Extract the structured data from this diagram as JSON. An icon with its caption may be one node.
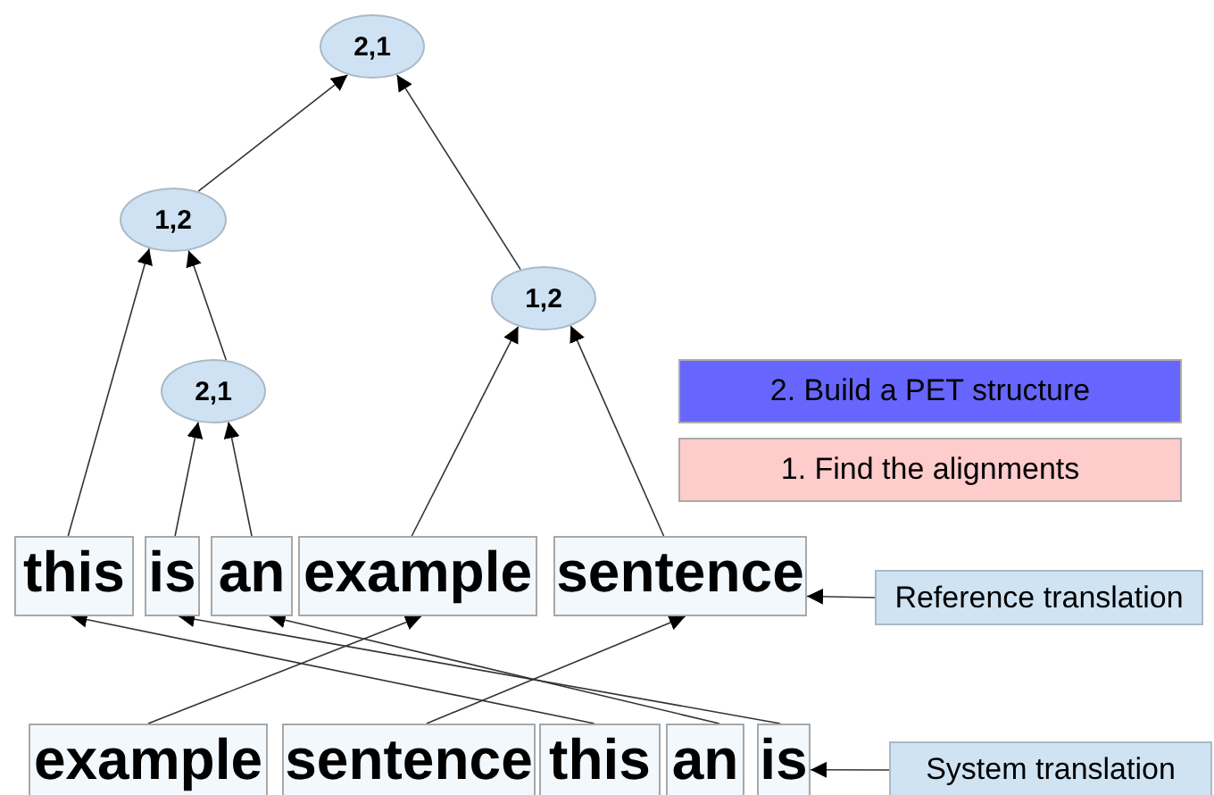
{
  "diagram": {
    "nodes": [
      {
        "text": [
          "2,1"
        ]
      },
      {
        "text": [
          "1,2"
        ]
      },
      {
        "text": [
          "1,2"
        ]
      },
      {
        "text": [
          "2,1"
        ]
      },
      {
        "text": [
          "this"
        ]
      },
      {
        "text": [
          "is"
        ]
      },
      {
        "text": [
          "an"
        ]
      },
      {
        "text": [
          "example"
        ]
      },
      {
        "text": [
          "sentence"
        ]
      },
      {
        "text": [
          "example"
        ]
      },
      {
        "text": [
          "sentence"
        ]
      },
      {
        "text": [
          "this"
        ]
      },
      {
        "text": [
          "an"
        ]
      },
      {
        "text": [
          "is"
        ]
      },
      {
        "text": [
          "Reference translation"
        ]
      },
      {
        "text": [
          "System translation"
        ]
      },
      {
        "text": [
          "2. Build a PET structure"
        ]
      },
      {
        "text": [
          "1. Find the alignments"
        ]
      }
    ],
    "edges": [
      {
        "from": 1,
        "to": 0,
        "arrow": "to"
      },
      {
        "from": 2,
        "to": 0,
        "arrow": "to"
      },
      {
        "from": 4,
        "to": 1,
        "arrow": "to"
      },
      {
        "from": 3,
        "to": 1,
        "arrow": "to"
      },
      {
        "from": 5,
        "to": 3,
        "arrow": "to"
      },
      {
        "from": 6,
        "to": 3,
        "arrow": "to"
      },
      {
        "from": 7,
        "to": 2,
        "arrow": "to"
      },
      {
        "from": 8,
        "to": 2,
        "arrow": "to"
      },
      {
        "from": 9,
        "to": 7,
        "arrow": "to"
      },
      {
        "from": 10,
        "to": 8,
        "arrow": "to"
      },
      {
        "from": 11,
        "to": 4,
        "arrow": "to"
      },
      {
        "from": 12,
        "to": 6,
        "arrow": "to"
      },
      {
        "from": 13,
        "to": 5,
        "arrow": "to"
      },
      {
        "from": 14,
        "to": 8,
        "arrow": "to"
      },
      {
        "from": 15,
        "to": 13,
        "arrow": "to"
      }
    ]
  }
}
